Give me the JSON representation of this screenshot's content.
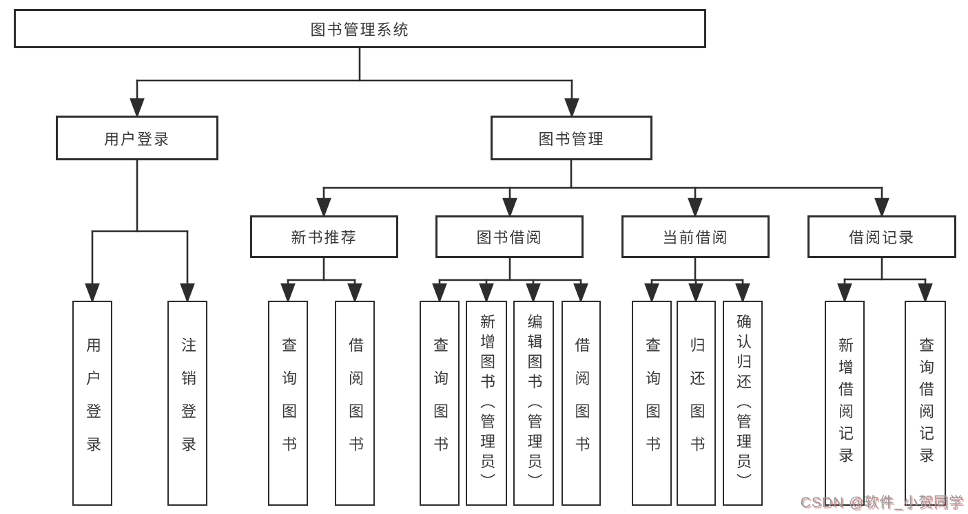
{
  "tree": {
    "label": "图书管理系统",
    "children": [
      {
        "label": "用户登录",
        "children": [
          {
            "label": "用户登录"
          },
          {
            "label": "注销登录"
          }
        ]
      },
      {
        "label": "图书管理",
        "children": [
          {
            "label": "新书推荐",
            "children": [
              {
                "label": "查询图书"
              },
              {
                "label": "借阅图书"
              }
            ]
          },
          {
            "label": "图书借阅",
            "children": [
              {
                "label": "查询图书"
              },
              {
                "label": "新增图书（管理员）"
              },
              {
                "label": "编辑图书（管理员）"
              },
              {
                "label": "借阅图书"
              }
            ]
          },
          {
            "label": "当前借阅",
            "children": [
              {
                "label": "查询图书"
              },
              {
                "label": "归还图书"
              },
              {
                "label": "确认归还（管理员）"
              }
            ]
          },
          {
            "label": "借阅记录",
            "children": [
              {
                "label": "新增借阅记录"
              },
              {
                "label": "查询借阅记录"
              }
            ]
          }
        ]
      }
    ]
  },
  "watermark": {
    "text": "CSDN @软件_小贺同学"
  },
  "colors": {
    "line": "#2d2d2d",
    "box_border": "#2d2d2d",
    "text": "#383838",
    "background": "#ffffff",
    "watermark_gray": "#9b9b9b",
    "watermark_red_shadow": "#cf5b5b"
  }
}
